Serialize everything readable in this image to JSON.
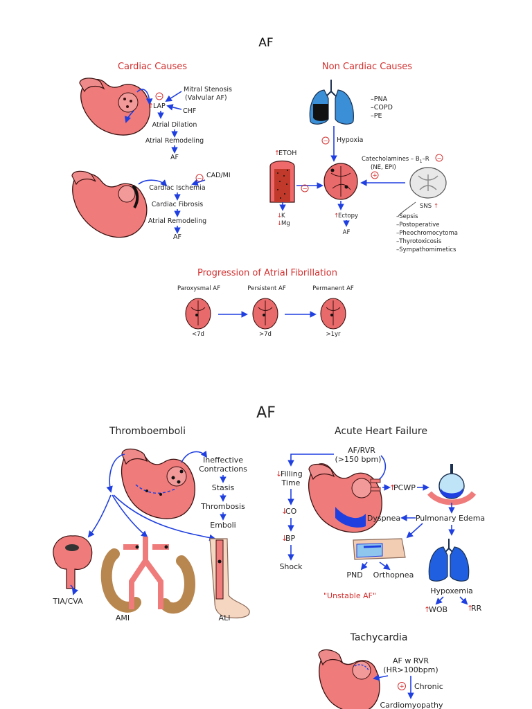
{
  "page1": {
    "title": "AF",
    "cardiac": {
      "heading": "Cardiac Causes",
      "mitral": "Mitral Stenosis",
      "valvular": "(Valvular AF)",
      "lap": "LAP",
      "chf": "CHF",
      "dilation": "Atrial Dilation",
      "remodeling1": "Atrial Remodeling",
      "af1": "AF",
      "cad": "CAD/MI",
      "ischemia": "Cardiac Ischemia",
      "fibrosis": "Cardiac Fibrosis",
      "remodeling2": "Atrial Remodeling",
      "af2": "AF"
    },
    "noncardiac": {
      "heading": "Non Cardiac Causes",
      "pna": "–PNA",
      "copd": "–COPD",
      "pe": "–PE",
      "hypoxia": "Hypoxia",
      "etoh": "ETOH",
      "catecholamines": "Catecholamines – B",
      "catecholamines_sub": "1",
      "catecholamines_tail": "–R",
      "ne_epi": "(NE, EPI)",
      "k": "K",
      "mg": "Mg",
      "ectopy": "Ectopy",
      "af": "AF",
      "sns": "SNS",
      "list": [
        "–Sepsis",
        "–Postoperative",
        "–Pheochromocytoma",
        "–Thyrotoxicosis",
        "–Sympathomimetics"
      ]
    },
    "progression": {
      "heading": "Progression of Atrial Fibrillation",
      "stages": [
        {
          "name": "Paroxysmal AF",
          "duration": "<7d"
        },
        {
          "name": "Persistent AF",
          "duration": ">7d"
        },
        {
          "name": "Permanent AF",
          "duration": ">1yr"
        }
      ]
    }
  },
  "page2": {
    "title": "AF",
    "thrombo": {
      "heading": "Thromboemboli",
      "ineffective": "Ineffective",
      "contractions": "Contractions",
      "stasis": "Stasis",
      "thrombosis": "Thrombosis",
      "emboli": "Emboli",
      "tia": "TIA/CVA",
      "ami": "AMI",
      "ali": "ALI"
    },
    "ahf": {
      "heading": "Acute Heart Failure",
      "af_rvr": "AF/RVR",
      "bpm": "(>150 bpm)",
      "filling": "Filling",
      "time": "Time",
      "co": "CO",
      "bp": "BP",
      "shock": "Shock",
      "pcwp": "PCWP",
      "edema": "Pulmonary Edema",
      "dyspnea": "Dyspnea",
      "pnd": "PND",
      "orthopnea": "Orthopnea",
      "unstable": "\"Unstable AF\"",
      "hypoxemia": "Hypoxemia",
      "wob": "WOB",
      "rr": "RR"
    },
    "tachy": {
      "heading": "Tachycardia",
      "af_w_rvr": "AF w RVR",
      "hr": "(HR>100bpm)",
      "chronic": "Chronic",
      "cardiomyopathy": "Cardiomyopathy"
    }
  },
  "colors": {
    "heading": "#d3302f",
    "arrow": "#1f3fe0",
    "heart": "#ef7b7b",
    "lung": "#3a8fd6"
  }
}
